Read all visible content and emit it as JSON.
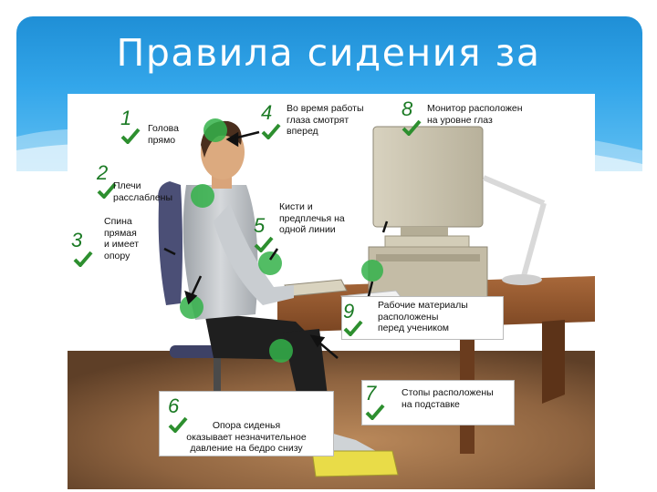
{
  "slide": {
    "title": "Правила сидения за компьютером"
  },
  "colors": {
    "header_top": "#1f8fd6",
    "header_bottom": "#62c0f2",
    "number_green": "#1b7a24",
    "marker_green": "#34b24a"
  },
  "illustration": {
    "rules": [
      {
        "number": "1",
        "text": "Голова\nпрямо"
      },
      {
        "number": "2",
        "text": "Плечи\nрасслаблены"
      },
      {
        "number": "3",
        "text": "Спина\nпрямая\nи имеет\nопору"
      },
      {
        "number": "4",
        "text": "Во время работы\nглаза смотрят\nвперед"
      },
      {
        "number": "5",
        "text": "Кисти и\nпредплечья на\nодной линии"
      },
      {
        "number": "6",
        "text": "Опора сиденья\nоказывает незначительное\nдавление на бедро снизу"
      },
      {
        "number": "7",
        "text": "Стопы расположены\nна подставке"
      },
      {
        "number": "8",
        "text": "Монитор расположен\nна уровне глаз"
      },
      {
        "number": "9",
        "text": "Рабочие материалы\nрасположены\nперед учеником"
      }
    ],
    "icons": [
      "check-icon",
      "marker-dot-icon",
      "pointer-arrow-icon"
    ]
  }
}
